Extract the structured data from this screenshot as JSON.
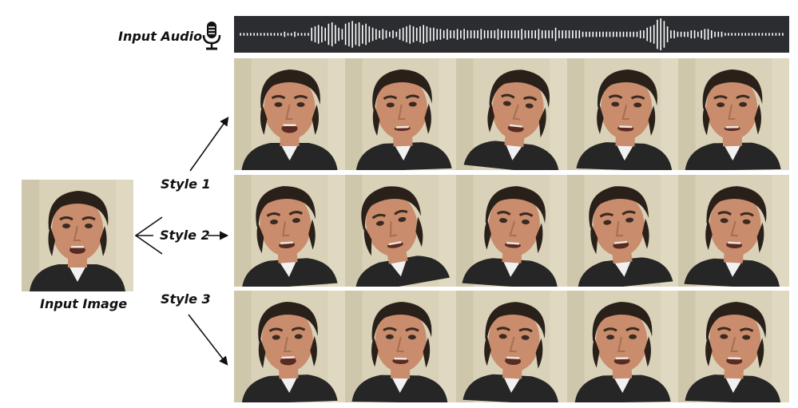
{
  "audio": {
    "label": "Input Audio",
    "icon": "microphone-icon"
  },
  "input": {
    "label": "Input Image"
  },
  "styles": [
    {
      "label": "Style 1"
    },
    {
      "label": "Style 2"
    },
    {
      "label": "Style 3"
    }
  ],
  "rows": [
    {
      "frames": [
        {
          "mouth": 0.7,
          "tilt": 0,
          "shift": 0
        },
        {
          "mouth": 0.2,
          "tilt": -2,
          "shift": 2
        },
        {
          "mouth": 0.5,
          "tilt": 6,
          "shift": 6
        },
        {
          "mouth": 0.3,
          "tilt": 2,
          "shift": 4
        },
        {
          "mouth": 0.2,
          "tilt": -1,
          "shift": -2
        }
      ]
    },
    {
      "frames": [
        {
          "mouth": 0.4,
          "tilt": -4,
          "shift": -4
        },
        {
          "mouth": 0.3,
          "tilt": -10,
          "shift": -8
        },
        {
          "mouth": 0.3,
          "tilt": 4,
          "shift": 2
        },
        {
          "mouth": 0.5,
          "tilt": -6,
          "shift": -3
        },
        {
          "mouth": 0.4,
          "tilt": 3,
          "shift": 1
        }
      ]
    },
    {
      "frames": [
        {
          "mouth": 0.7,
          "tilt": -2,
          "shift": -2
        },
        {
          "mouth": 0.4,
          "tilt": 1,
          "shift": 0
        },
        {
          "mouth": 0.6,
          "tilt": 3,
          "shift": 2
        },
        {
          "mouth": 0.5,
          "tilt": -1,
          "shift": -1
        },
        {
          "mouth": 0.5,
          "tilt": 2,
          "shift": 1
        }
      ]
    }
  ],
  "waveform": [
    1,
    1,
    1,
    1,
    1,
    1,
    1,
    1,
    1,
    1,
    1,
    1,
    1,
    2,
    1,
    1,
    2,
    1,
    1,
    1,
    1,
    5,
    6,
    7,
    6,
    5,
    8,
    9,
    7,
    5,
    4,
    8,
    9,
    10,
    8,
    9,
    7,
    8,
    6,
    5,
    4,
    3,
    4,
    3,
    2,
    3,
    2,
    4,
    5,
    6,
    7,
    6,
    5,
    6,
    7,
    6,
    5,
    5,
    4,
    4,
    3,
    4,
    3,
    3,
    4,
    3,
    4,
    3,
    3,
    3,
    3,
    4,
    3,
    3,
    3,
    3,
    4,
    3,
    3,
    3,
    3,
    3,
    3,
    4,
    3,
    3,
    3,
    3,
    4,
    3,
    3,
    3,
    3,
    5,
    3,
    3,
    3,
    3,
    3,
    3,
    3,
    2,
    2,
    2,
    2,
    2,
    2,
    2,
    2,
    2,
    2,
    2,
    2,
    2,
    2,
    2,
    2,
    2,
    3,
    3,
    5,
    6,
    7,
    11,
    12,
    10,
    6,
    3,
    3,
    2,
    2,
    2,
    2,
    3,
    3,
    2,
    3,
    4,
    4,
    3,
    2,
    2,
    2,
    1,
    1,
    1,
    1,
    1,
    1,
    1,
    1,
    1,
    1,
    1,
    1,
    1,
    1,
    1,
    1,
    1,
    1
  ],
  "colors": {
    "audio_bg": "#2b2d31",
    "wave": "#ffffff",
    "backdrop": "#d9d2b8",
    "skin": "#c98c6c",
    "hair": "#2a201a",
    "suit": "#262626"
  }
}
